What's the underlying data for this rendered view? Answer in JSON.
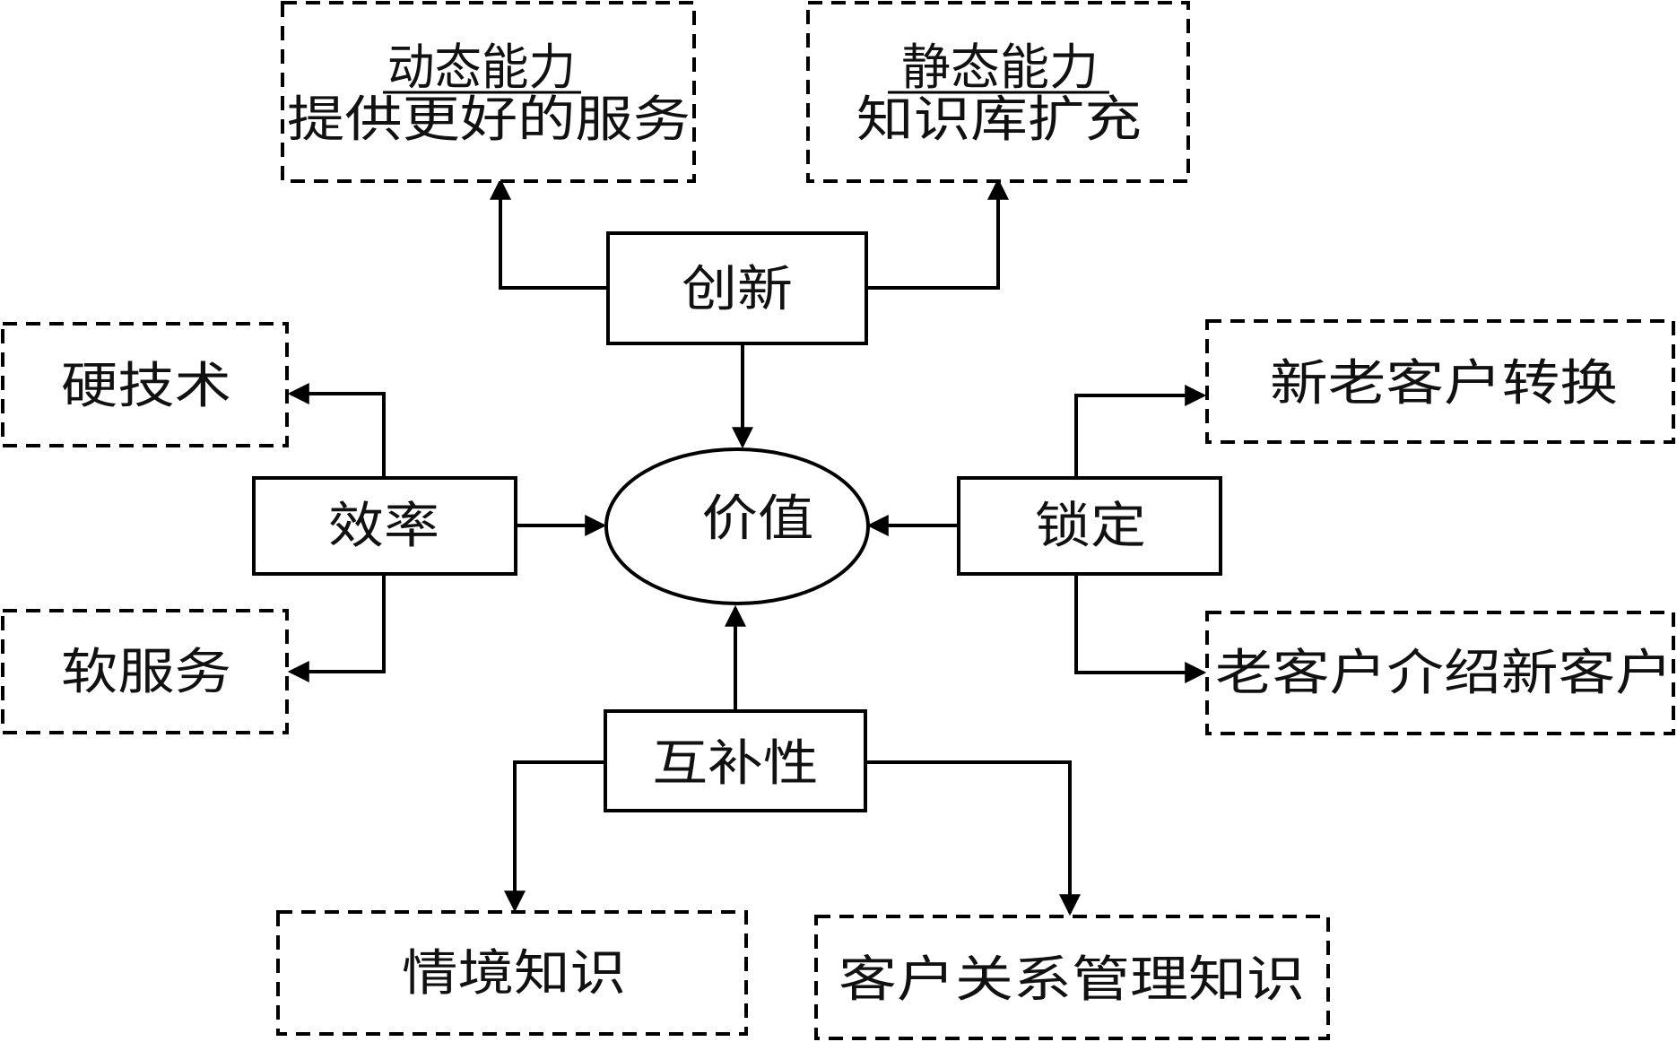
{
  "center": {
    "label": "价值"
  },
  "drivers": {
    "innovation": "创新",
    "efficiency": "效率",
    "lock_in": "锁定",
    "complementarity": "互补性"
  },
  "innovation_outcomes": {
    "dynamic": {
      "title": "动态能力",
      "subtitle": "提供更好的服务"
    },
    "static": {
      "title": "静态能力",
      "subtitle": "知识库扩充"
    }
  },
  "efficiency_outcomes": {
    "hard": "硬技术",
    "soft": "软服务"
  },
  "lock_in_outcomes": {
    "switch": "新老客户转换",
    "referral": "老客户介绍新客户"
  },
  "complementarity_outcomes": {
    "context": "情境知识",
    "crm": "客户关系管理知识"
  }
}
